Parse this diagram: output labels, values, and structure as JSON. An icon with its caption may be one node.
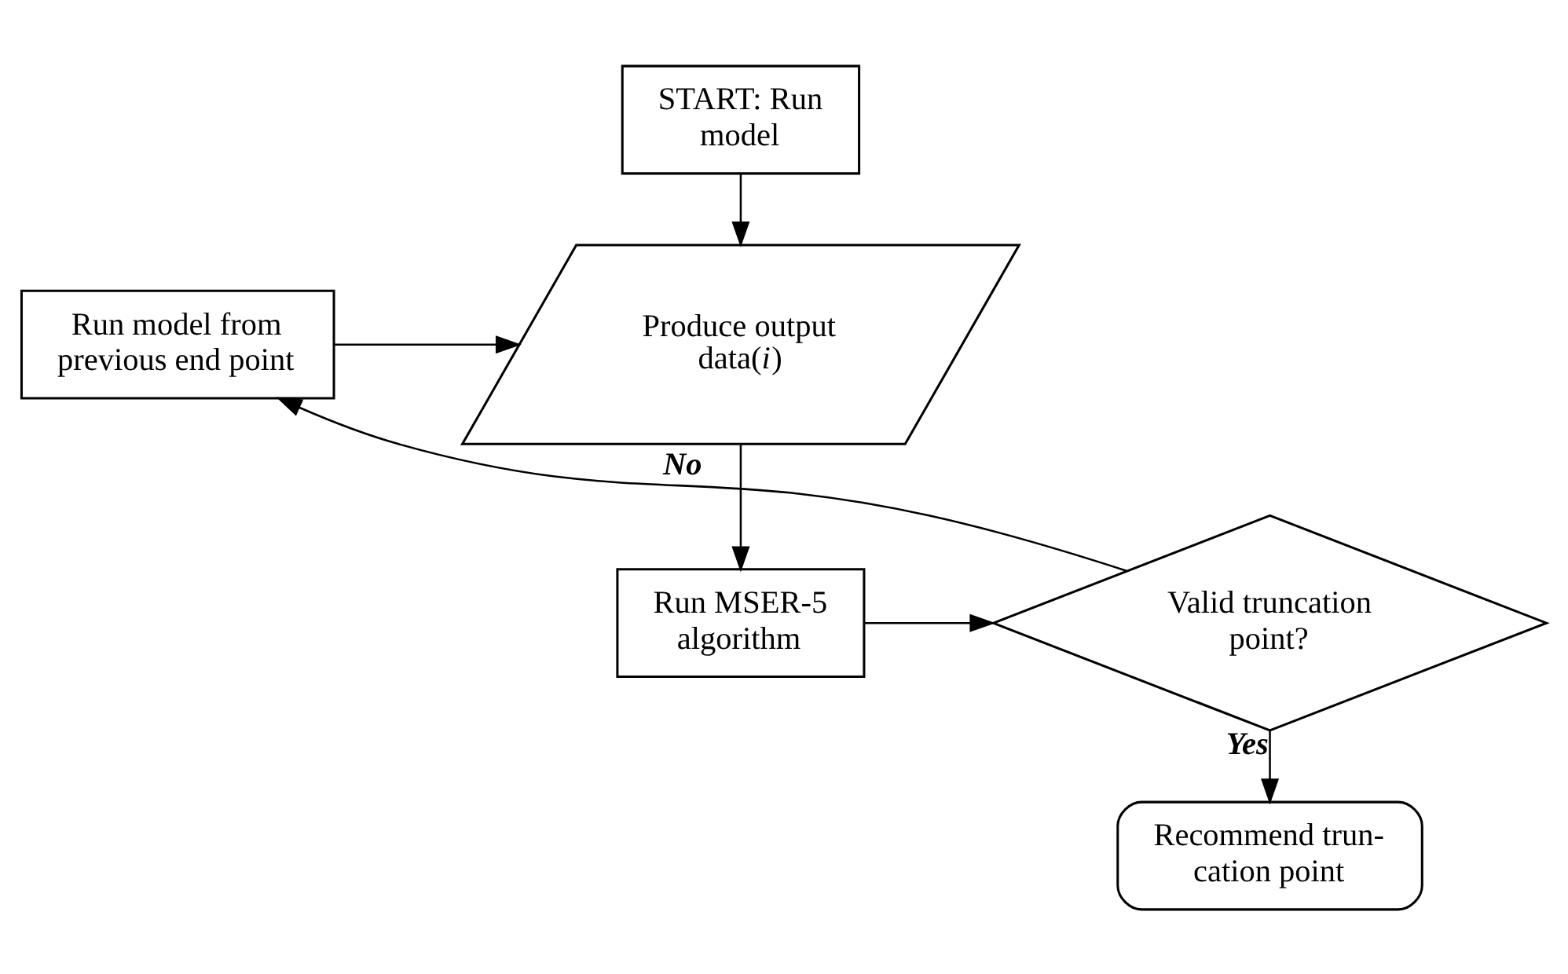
{
  "diagram": {
    "nodes": [
      {
        "text": [
          "START: Run model"
        ]
      },
      {
        "text": [
          "Run model from previous end point"
        ]
      },
      {
        "text": [
          "Produce output data(*i*)"
        ]
      },
      {
        "text": [
          "Run MSER-5 algorithm"
        ]
      },
      {
        "text": [
          "Valid truncation point?"
        ]
      },
      {
        "text": [
          "Recommend trun- cation point"
        ]
      }
    ],
    "edges": [
      {
        "from": 0,
        "to": 2,
        "arrow": "to"
      },
      {
        "from": 1,
        "to": 2,
        "arrow": "to"
      },
      {
        "from": 2,
        "to": 3,
        "arrow": "to"
      },
      {
        "from": 3,
        "to": 4,
        "arrow": "to"
      },
      {
        "from": 4,
        "to": 1,
        "arrow": "to",
        "label": "No"
      },
      {
        "from": 4,
        "to": 5,
        "arrow": "to",
        "label": "Yes"
      }
    ]
  }
}
